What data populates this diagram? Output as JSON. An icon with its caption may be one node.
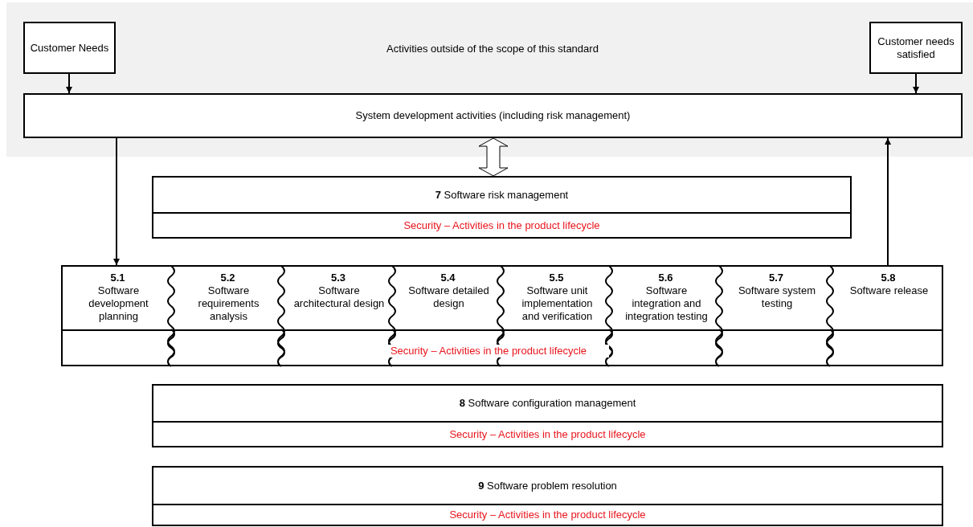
{
  "diagram": {
    "nodes": [
      {
        "text": [
          "Activities outside of the scope of this standard"
        ]
      },
      {
        "text": [
          "Customer Needs"
        ],
        "in": 0
      },
      {
        "text": [
          "Customer needs satisfied"
        ],
        "in": 0
      },
      {
        "text": [
          "System development activities (including risk management)"
        ],
        "in": 0
      },
      {
        "text": [
          "**7** Software risk management",
          "Security – Activities in the product lifecycle"
        ]
      },
      {
        "text": [
          "Security – Activities in the product lifecycle"
        ]
      },
      {
        "text": [
          "5.1",
          "Software development planning"
        ],
        "in": 5
      },
      {
        "text": [
          "5.2",
          "Software requirements analysis"
        ],
        "in": 5
      },
      {
        "text": [
          "5.3",
          "Software architectural design"
        ],
        "in": 5
      },
      {
        "text": [
          "5.4",
          "Software detailed design"
        ],
        "in": 5
      },
      {
        "text": [
          "5.5",
          "Software unit implementation and verification"
        ],
        "in": 5
      },
      {
        "text": [
          "5.6",
          "Software integration and integration testing"
        ],
        "in": 5
      },
      {
        "text": [
          "5.7",
          "Software system testing"
        ],
        "in": 5
      },
      {
        "text": [
          "5.8",
          "Software release"
        ],
        "in": 5
      },
      {
        "text": [
          "**8** Software configuration management",
          "Security – Activities in the product lifecycle"
        ]
      },
      {
        "text": [
          "**9** Software problem resolution",
          "Security – Activities in the product lifecycle"
        ]
      }
    ],
    "edges": [
      {
        "from": 1,
        "to": 3,
        "arrow": "to"
      },
      {
        "from": 2,
        "to": 3,
        "arrow": "to"
      },
      {
        "from": 3,
        "to": 6,
        "arrow": "to"
      },
      {
        "from": 13,
        "to": 3,
        "arrow": "to"
      },
      {
        "from": 3,
        "to": 4,
        "arrow": "both",
        "style": "thick"
      }
    ]
  }
}
